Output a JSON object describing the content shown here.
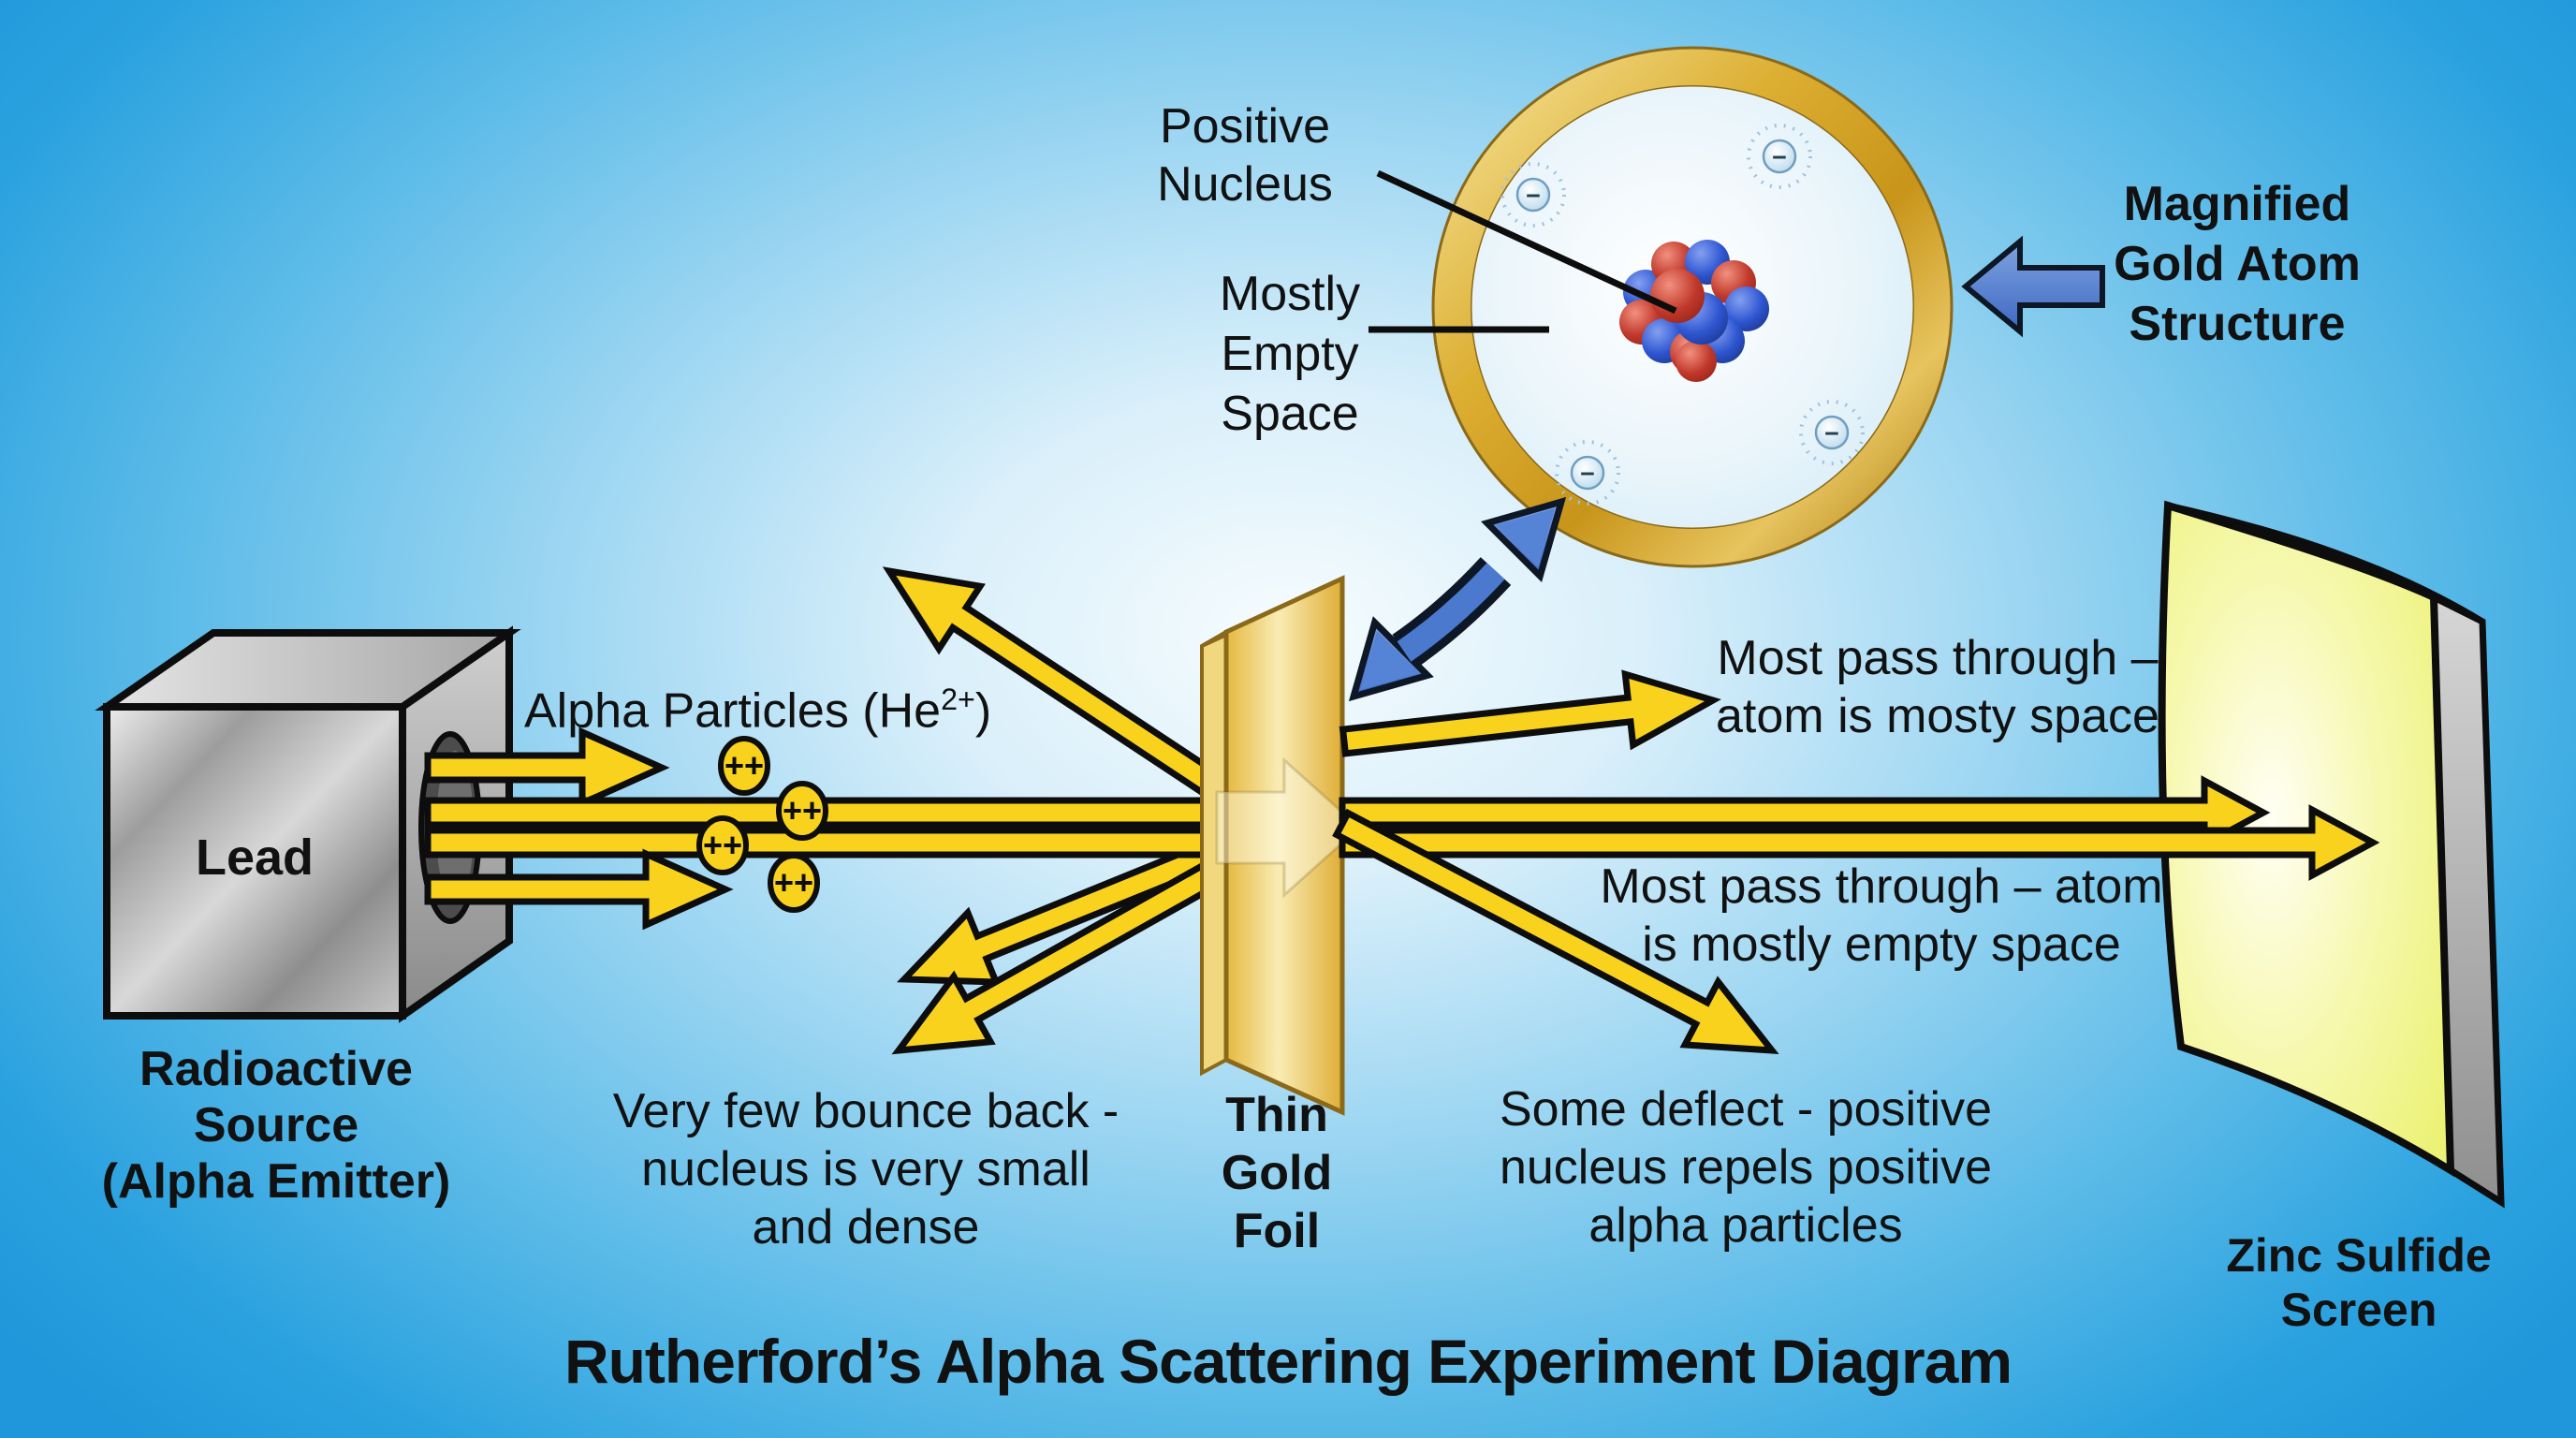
{
  "title": "Rutherford’s Alpha Scattering Experiment Diagram",
  "source": {
    "box_label": "Lead",
    "caption": "Radioactive\nSource\n(Alpha Emitter)"
  },
  "beam": {
    "label_pre": "Alpha Particles (He",
    "label_sup": "2+",
    "label_post": ")",
    "charge_label": "++"
  },
  "foil": {
    "caption": "Thin\nGold\nFoil"
  },
  "screen": {
    "caption": "Zinc Sulfide\nScreen"
  },
  "atom": {
    "label_positive_nucleus": "Positive\nNucleus",
    "label_mostly_empty": "Mostly\nEmpty\nSpace",
    "label_magnified": "Magnified\nGold Atom\nStructure",
    "electron_label": "−"
  },
  "annotations": {
    "most_pass_top": "Most pass through –\natom is mosty space",
    "most_pass_bottom": "Most pass through – atom\nis mostly empty space",
    "bounce_back": "Very few bounce back -\nnucleus is very small\nand dense",
    "some_deflect": "Some deflect - positive\nnucleus repels positive\nalpha particles"
  },
  "colors": {
    "background_azure": "#2BA2DF",
    "arrow_yellow": "#F8D21C",
    "gold": "#D9AB2E",
    "pointer_blue": "#4A79CE",
    "screen_yellow_green": "#F0F58C",
    "nucleus_red": "#C0392B",
    "nucleus_blue": "#2E55D0",
    "text": "#111111"
  }
}
